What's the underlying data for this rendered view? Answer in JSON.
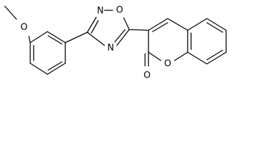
{
  "structure": {
    "atoms": {
      "methoxy_o": "O",
      "oxadiazole_n2": "N",
      "oxadiazole_o1": "O",
      "oxadiazole_n4": "N",
      "lactone_ring_o": "O",
      "carbonyl_o": "O"
    }
  }
}
